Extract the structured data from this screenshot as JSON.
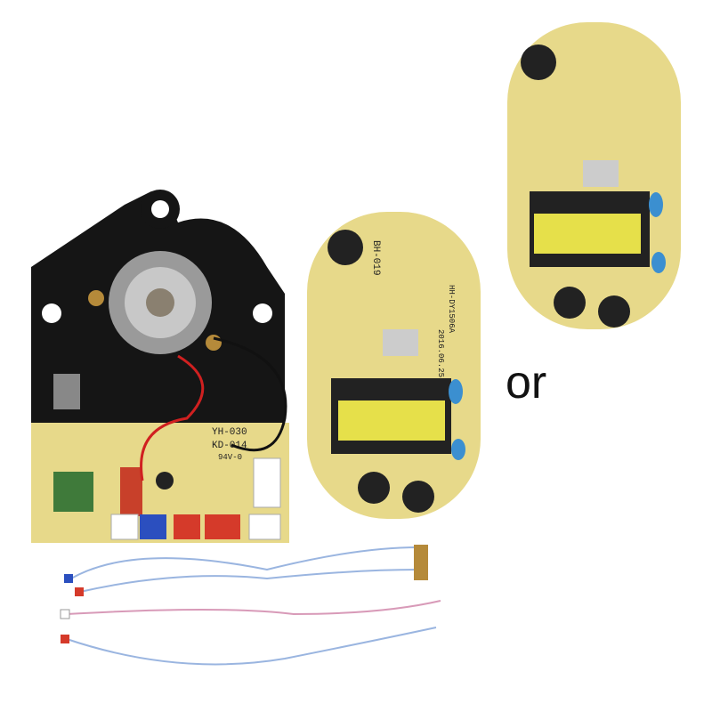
{
  "separator_text": "or",
  "driver_board": {
    "labels": [
      "YH-030",
      "KD-014",
      "94V-0"
    ]
  },
  "power_board": {
    "model": "BH-019",
    "part": "HH-DY1506A",
    "date": "2016.06.25"
  },
  "colors": {
    "pcb": "#e7d98a",
    "mount": "#151515",
    "transformer": "#e6e04a",
    "capacitor_blue": "#3b8fd0"
  }
}
